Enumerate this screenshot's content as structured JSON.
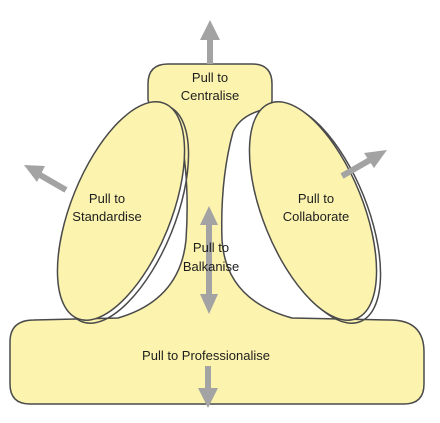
{
  "diagram": {
    "colors": {
      "fill": "#fbf3ae",
      "stroke": "#4a4a4a",
      "arrow": "#a3a3a3",
      "text": "#1e1e1e"
    },
    "labels": {
      "centralise": [
        "Pull to",
        "Centralise"
      ],
      "standardise": [
        "Pull to",
        "Standardise"
      ],
      "collaborate": [
        "Pull to",
        "Collaborate"
      ],
      "balkanise": [
        "Pull to",
        "Balkanise"
      ],
      "professionalise": "Pull to Professionalise"
    }
  }
}
